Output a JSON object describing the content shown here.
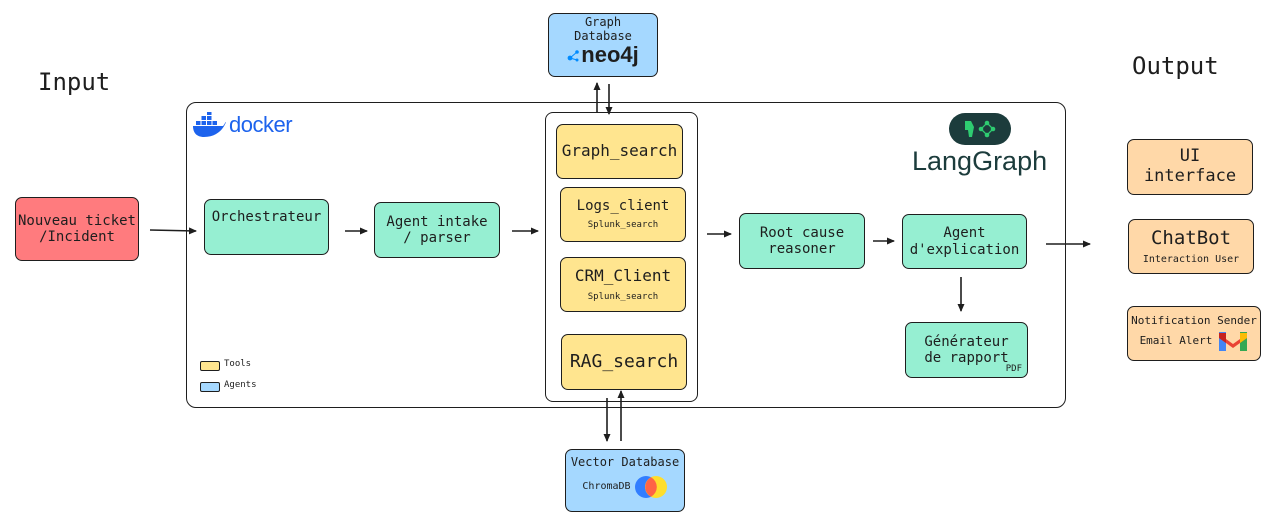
{
  "headings": {
    "input": "Input",
    "output": "Output"
  },
  "input_ticket": {
    "line1": "Nouveau ticket",
    "line2": "/Incident"
  },
  "docker_logo": "docker",
  "langgraph_logo": "LangGraph",
  "orchestrateur": "Orchestrateur",
  "agent_intake": {
    "line1": "Agent intake",
    "line2": "/ parser"
  },
  "tools": {
    "graph_search": "Graph_search",
    "logs_client": {
      "title": "Logs_client",
      "sub": "Splunk_search"
    },
    "crm_client": {
      "title": "CRM_Client",
      "sub": "Splunk_search"
    },
    "rag_search": "RAG_search"
  },
  "graph_db": {
    "line1": "Graph",
    "line2": "Database",
    "logo": "neo4j"
  },
  "vector_db": {
    "title": "Vector Database",
    "sub": "ChromaDB"
  },
  "root_cause": {
    "line1": "Root cause",
    "line2": "reasoner"
  },
  "agent_explication": {
    "line1": "Agent",
    "line2": "d'explication"
  },
  "generateur": {
    "line1": "Générateur",
    "line2": "de rapport",
    "tag": "PDF"
  },
  "legend": {
    "tools": "Tools",
    "agents": "Agents"
  },
  "outputs": {
    "ui": {
      "line1": "UI",
      "line2": "interface"
    },
    "chatbot": {
      "title": "ChatBot",
      "sub": "Interaction User"
    },
    "notification": {
      "title": "Notification Sender",
      "sub": "Email Alert"
    }
  },
  "colors": {
    "agent_green": "#96efd2",
    "tool_yellow": "#ffe58f",
    "output_orange": "#ffd8a8",
    "input_red": "#ff7b7e",
    "db_blue": "#a5d8ff",
    "docker_blue": "#1d63ed",
    "langgraph_dark": "#1c3c3c",
    "neo4j_blue": "#018bff"
  },
  "icons": [
    "docker-whale-icon",
    "langgraph-icon",
    "neo4j-dot-icon",
    "chromadb-icon",
    "gmail-icon"
  ]
}
